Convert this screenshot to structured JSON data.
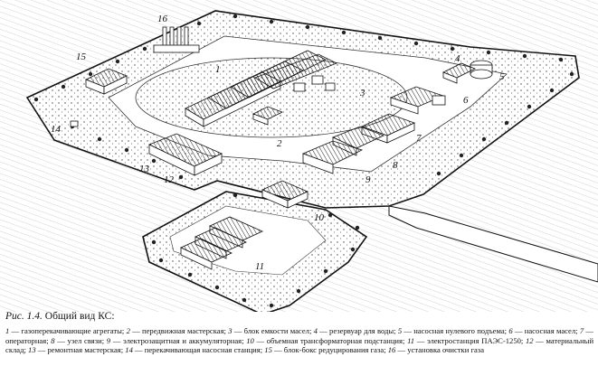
{
  "figure": {
    "label": "Рис. 1.4.",
    "title": "Общий вид КС:",
    "callouts": [
      "1",
      "2",
      "3",
      "4",
      "5",
      "6",
      "7",
      "8",
      "9",
      "10",
      "11",
      "12",
      "13",
      "14",
      "15",
      "16"
    ]
  },
  "legend": [
    {
      "num": "1",
      "text": "газоперекачивающие агрегаты;"
    },
    {
      "num": "2",
      "text": "передвижная мастерская;"
    },
    {
      "num": "3",
      "text": "блок емкости масел;"
    },
    {
      "num": "4",
      "text": "резервуар для воды;"
    },
    {
      "num": "5",
      "text": "насосная нулевого подъема;"
    },
    {
      "num": "6",
      "text": "насосная масел;"
    },
    {
      "num": "7",
      "text": "операторная;"
    },
    {
      "num": "8",
      "text": "узел связи;"
    },
    {
      "num": "9",
      "text": "электрозащитная и аккумуляторная;"
    },
    {
      "num": "10",
      "text": "объемная трансформаторная подстанция;"
    },
    {
      "num": "11",
      "text": "электростанция ПАЭС-1250;"
    },
    {
      "num": "12",
      "text": "материальный склад;"
    },
    {
      "num": "13",
      "text": "ремонтная мастерская;"
    },
    {
      "num": "14",
      "text": "перекачивающая насосная станция;"
    },
    {
      "num": "15",
      "text": "блок-бокс редуцирования газа;"
    },
    {
      "num": "16",
      "text": "установка очистки газа"
    }
  ]
}
